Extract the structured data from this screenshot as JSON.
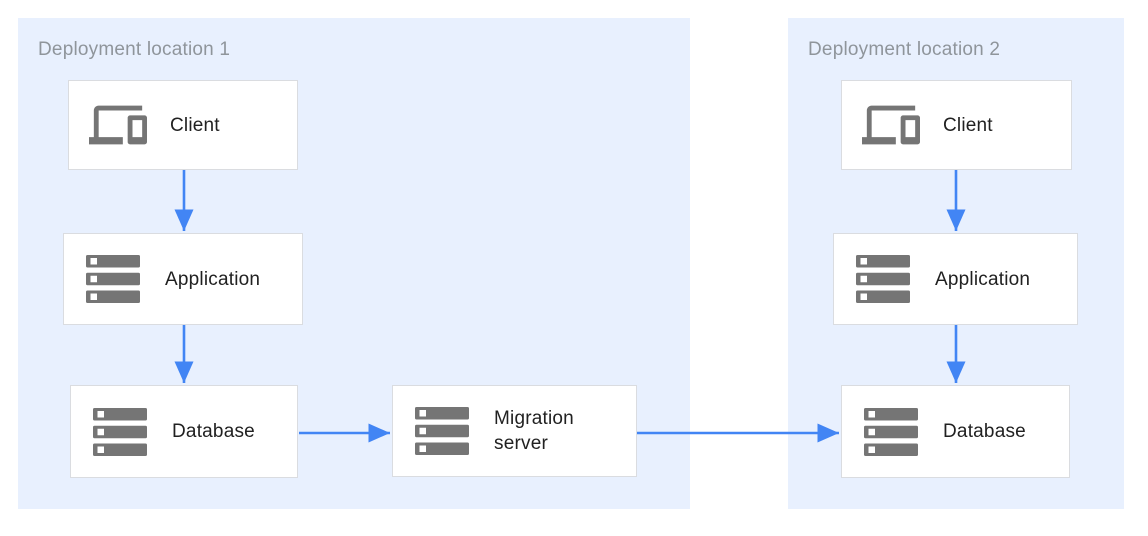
{
  "diagram": {
    "regions": [
      {
        "id": "deployment-location-1",
        "label": "Deployment location 1"
      },
      {
        "id": "deployment-location-2",
        "label": "Deployment location 2"
      }
    ],
    "nodes": [
      {
        "id": "client-1",
        "label": "Client",
        "icon": "devices-icon",
        "region": "Deployment location 1"
      },
      {
        "id": "application-1",
        "label": "Application",
        "icon": "server-stack-icon",
        "region": "Deployment location 1"
      },
      {
        "id": "database-1",
        "label": "Database",
        "icon": "server-stack-icon",
        "region": "Deployment location 1"
      },
      {
        "id": "migration-server",
        "label": "Migration server",
        "icon": "server-stack-icon",
        "region": "Deployment location 1"
      },
      {
        "id": "client-2",
        "label": "Client",
        "icon": "devices-icon",
        "region": "Deployment location 2"
      },
      {
        "id": "application-2",
        "label": "Application",
        "icon": "server-stack-icon",
        "region": "Deployment location 2"
      },
      {
        "id": "database-2",
        "label": "Database",
        "icon": "server-stack-icon",
        "region": "Deployment location 2"
      }
    ],
    "edges": [
      {
        "from": "client-1",
        "to": "application-1"
      },
      {
        "from": "application-1",
        "to": "database-1"
      },
      {
        "from": "database-1",
        "to": "migration-server"
      },
      {
        "from": "migration-server",
        "to": "database-2"
      },
      {
        "from": "client-2",
        "to": "application-2"
      },
      {
        "from": "application-2",
        "to": "database-2"
      }
    ],
    "colors": {
      "region_background": "#e8f0fe",
      "node_background": "#ffffff",
      "node_border": "#dadce0",
      "arrow": "#4285f4",
      "icon": "#757575",
      "region_label_text": "#8f959b",
      "node_label_text": "#212121"
    }
  }
}
